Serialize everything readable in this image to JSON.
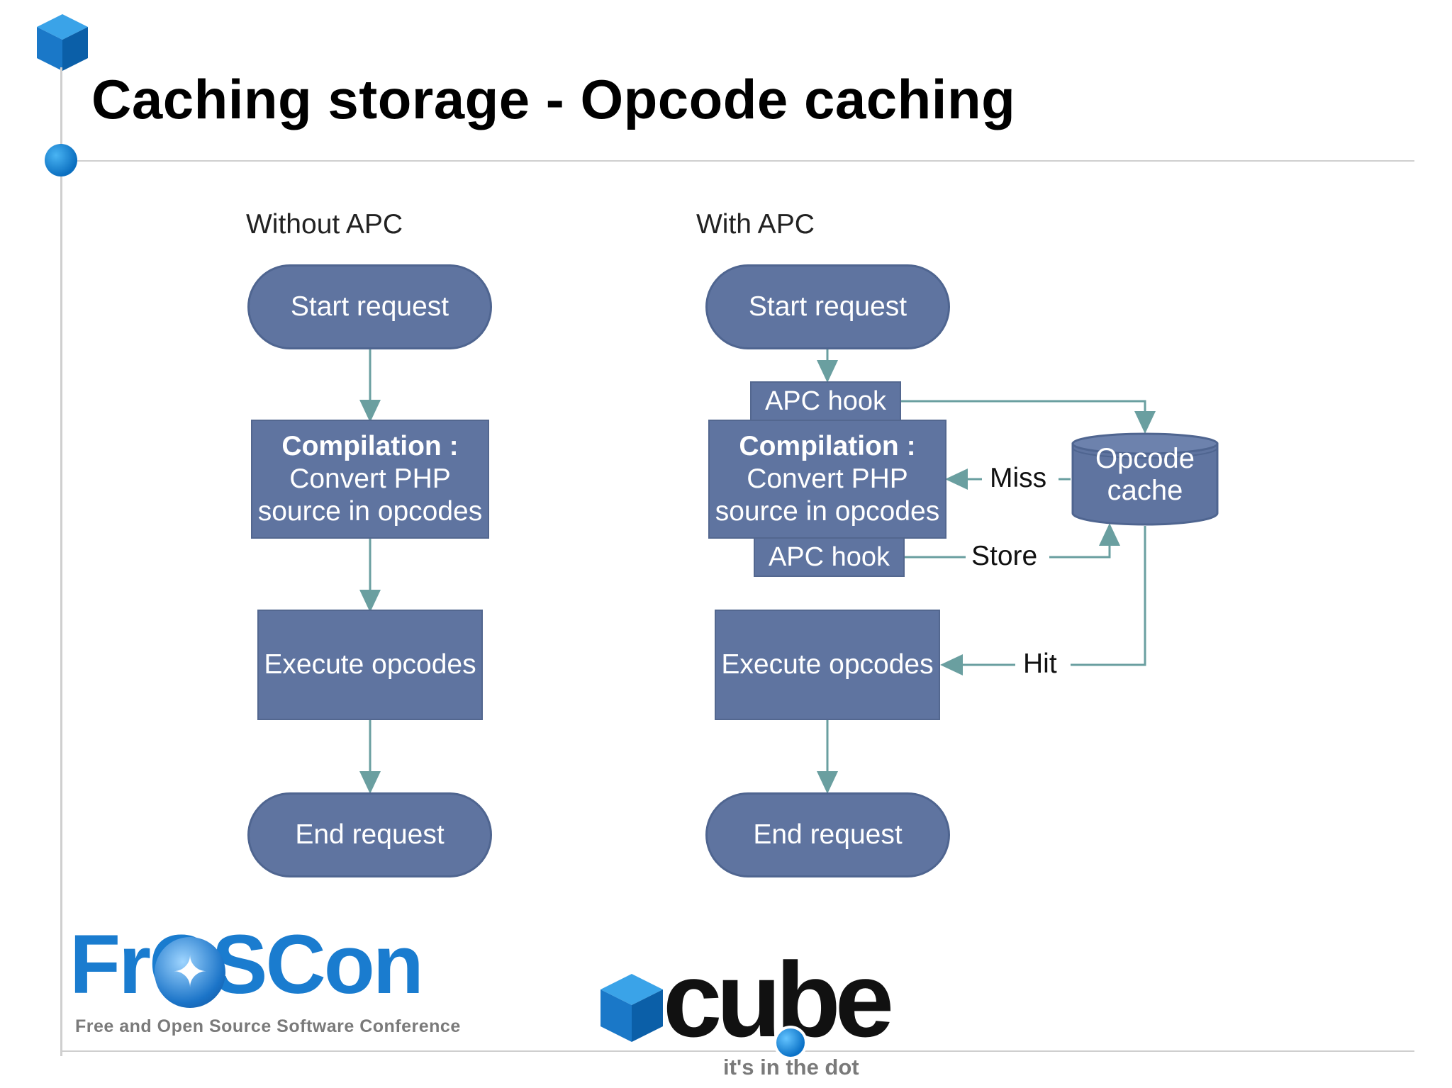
{
  "slide": {
    "title": "Caching storage - Opcode caching"
  },
  "without_apc": {
    "label": "Without APC",
    "start": "Start request",
    "compilation_bold": "Compilation :",
    "compilation_line2": "Convert PHP",
    "compilation_line3": "source in opcodes",
    "execute": "Execute opcodes",
    "end": "End request"
  },
  "with_apc": {
    "label": "With APC",
    "start": "Start request",
    "apc_hook_top": "APC hook",
    "compilation_bold": "Compilation :",
    "compilation_line2": "Convert PHP",
    "compilation_line3": "source in opcodes",
    "apc_hook_bottom": "APC hook",
    "execute": "Execute opcodes",
    "end": "End request",
    "cache_line1": "Opcode",
    "cache_line2": "cache",
    "edge_miss": "Miss",
    "edge_store": "Store",
    "edge_hit": "Hit"
  },
  "logos": {
    "froscon_word": "FrOSCon",
    "froscon_tagline": "Free and Open Source Software Conference",
    "cube_word": "cube",
    "cube_tagline": "it's in the dot"
  },
  "colors": {
    "node_fill": "#5f74a0",
    "arrow": "#6a9fa0",
    "accent_blue": "#1a7ccf"
  }
}
